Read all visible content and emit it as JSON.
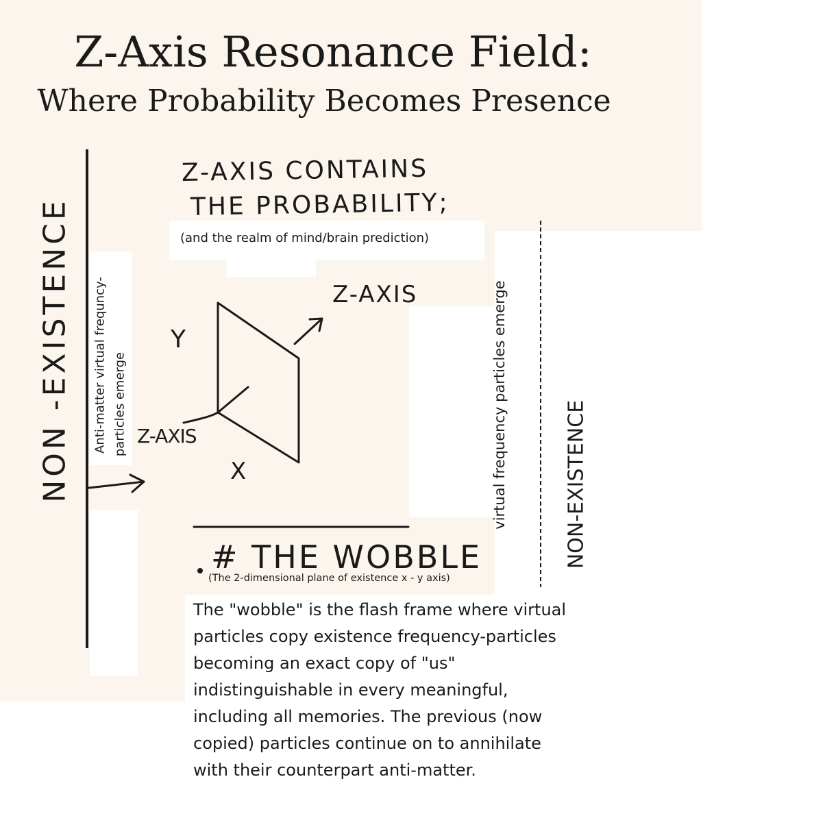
{
  "title": "Z-Axis Resonance Field:",
  "subtitle": "Where Probability Becomes Presence",
  "left_non_existence": "NON -EXISTENCE",
  "right_non_existence": "NON-EXISTENCE",
  "contains_line1": "Z-AXIS  CONTAINS",
  "contains_line2": "THE  PROBABILITY;",
  "realm_note": "(and the realm of mind/brain prediction)",
  "anti_matter_line1": "Anti-matter virtual frequncy-",
  "anti_matter_line2": "particles emerge",
  "virtual_particles": "virtual frequency particles emerge",
  "axis_z_top": "Z-AXIS",
  "axis_z_left": "Z-AXIS",
  "axis_y": "Y",
  "axis_x": "X",
  "wobble_heading": "# THE WOBBLE",
  "wobble_note": "(The 2-dimensional plane of existence x - y axis)",
  "description": "The \"wobble\" is the flash frame where virtual particles copy existence frequency-particles becoming an exact copy of \"us\" indistinguishable in every meaningful, including all memories. The previous (now copied) particles continue on to annihilate with their counterpart anti-matter.",
  "colors": {
    "background": "#fbf5ed",
    "ink": "#1a1a1a"
  }
}
